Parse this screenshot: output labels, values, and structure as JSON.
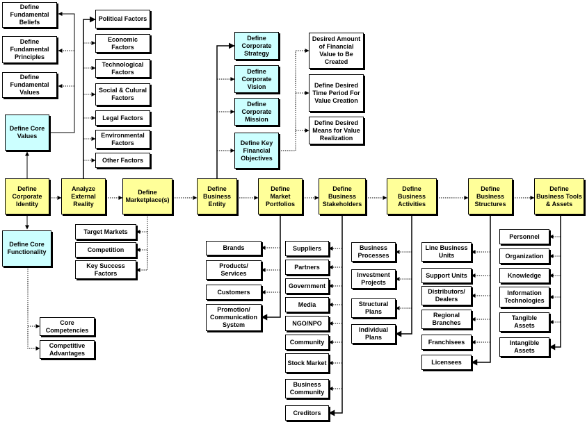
{
  "nodes": [
    {
      "id": "beliefs",
      "text": "Define Fundamental Beliefs"
    },
    {
      "id": "principles",
      "text": "Define Fundamental Principles"
    },
    {
      "id": "values",
      "text": "Define Fundamental Values"
    },
    {
      "id": "core_values",
      "text": "Define Core Values"
    },
    {
      "id": "identity",
      "text": "Define Corporate Identity"
    },
    {
      "id": "functionality",
      "text": "Define Core Functionality"
    },
    {
      "id": "competencies",
      "text": "Core Competencies"
    },
    {
      "id": "advantages",
      "text": "Competitive Advantages"
    },
    {
      "id": "political",
      "text": "Political Factors"
    },
    {
      "id": "economic",
      "text": "Economic Factors"
    },
    {
      "id": "technological",
      "text": "Technological Factors"
    },
    {
      "id": "social",
      "text": "Social & Culural Factors"
    },
    {
      "id": "legal",
      "text": "Legal Factors"
    },
    {
      "id": "environmental",
      "text": "Environmental Factors"
    },
    {
      "id": "other",
      "text": "Other Factors"
    },
    {
      "id": "analyze",
      "text": "Analyze External Reality"
    },
    {
      "id": "marketplace",
      "text": "Define Marketplace(s)"
    },
    {
      "id": "target",
      "text": "Target Markets"
    },
    {
      "id": "competition",
      "text": "Competition"
    },
    {
      "id": "ksf",
      "text": "Key Success Factors"
    },
    {
      "id": "strategy",
      "text": "Define Corporate Strategy"
    },
    {
      "id": "vision",
      "text": "Define Corporate Vision"
    },
    {
      "id": "mission",
      "text": "Define Corporate Mission"
    },
    {
      "id": "kfo",
      "text": "Define Key Financial Objectives"
    },
    {
      "id": "amount",
      "text": "Desired Amount of Financial Value to Be Created"
    },
    {
      "id": "period",
      "text": "Define Desired Time Period For Value Creation"
    },
    {
      "id": "means",
      "text": "Define Desired Means for Value Realization"
    },
    {
      "id": "entity",
      "text": "Define Business Entity"
    },
    {
      "id": "portfolios",
      "text": "Define Market Portfolios"
    },
    {
      "id": "brands",
      "text": "Brands"
    },
    {
      "id": "products",
      "text": "Products/ Services"
    },
    {
      "id": "customers",
      "text": "Customers"
    },
    {
      "id": "promotion",
      "text": "Promotion/ Communication System"
    },
    {
      "id": "stakeholders",
      "text": "Define Business Stakeholders"
    },
    {
      "id": "suppliers",
      "text": "Suppliers"
    },
    {
      "id": "partners",
      "text": "Partners"
    },
    {
      "id": "government",
      "text": "Government"
    },
    {
      "id": "media",
      "text": "Media"
    },
    {
      "id": "ngo",
      "text": "NGO/NPO"
    },
    {
      "id": "community",
      "text": "Community"
    },
    {
      "id": "stock",
      "text": "Stock Market"
    },
    {
      "id": "bizcommunity",
      "text": "Business Community"
    },
    {
      "id": "creditors",
      "text": "Creditors"
    },
    {
      "id": "activities",
      "text": "Define Business Activities"
    },
    {
      "id": "processes",
      "text": "Business Processes"
    },
    {
      "id": "investment",
      "text": "Investment Projects"
    },
    {
      "id": "structural",
      "text": "Structural Plans"
    },
    {
      "id": "individual",
      "text": "Individual Plans"
    },
    {
      "id": "structures",
      "text": "Define Business Structures"
    },
    {
      "id": "lbu",
      "text": "Line Business Units"
    },
    {
      "id": "support",
      "text": "Support Units"
    },
    {
      "id": "distributors",
      "text": "Distributors/ Dealers"
    },
    {
      "id": "regional",
      "text": "Regional Branches"
    },
    {
      "id": "franchisees",
      "text": "Franchisees"
    },
    {
      "id": "licensees",
      "text": "Licensees"
    },
    {
      "id": "tools",
      "text": "Define Business Tools & Assets"
    },
    {
      "id": "personnel",
      "text": "Personnel"
    },
    {
      "id": "organization",
      "text": "Organization"
    },
    {
      "id": "knowledge",
      "text": "Knowledge"
    },
    {
      "id": "infotech",
      "text": "Information Technologies"
    },
    {
      "id": "tangible",
      "text": "Tangible Assets"
    },
    {
      "id": "intangible",
      "text": "Intangible Assets"
    }
  ],
  "colors": {
    "process": "#ffff99",
    "strategic": "#ccffff",
    "plain": "#ffffff",
    "line": "#000000"
  }
}
